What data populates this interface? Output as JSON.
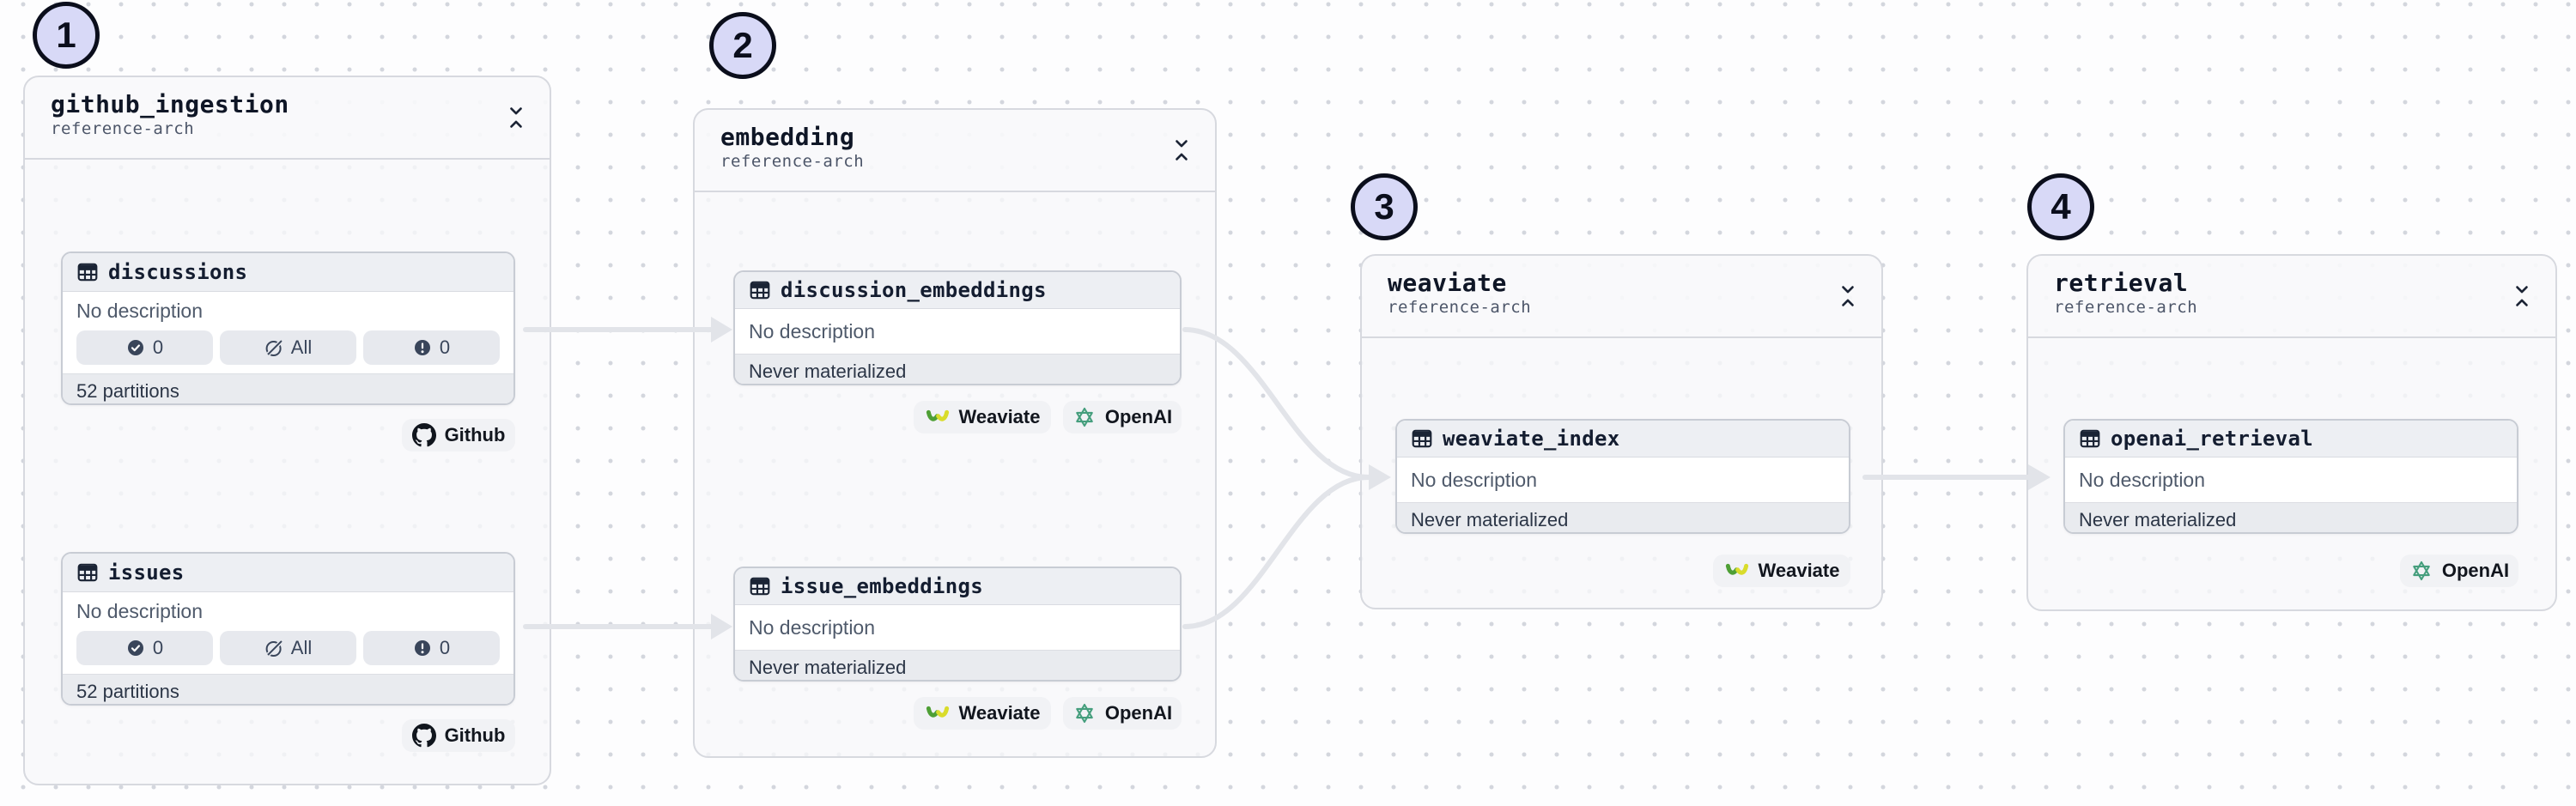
{
  "steps": {
    "one": "1",
    "two": "2",
    "three": "3",
    "four": "4"
  },
  "groups": {
    "github_ingestion": {
      "title": "github_ingestion",
      "subtitle": "reference-arch"
    },
    "embedding": {
      "title": "embedding",
      "subtitle": "reference-arch"
    },
    "weaviate": {
      "title": "weaviate",
      "subtitle": "reference-arch"
    },
    "retrieval": {
      "title": "retrieval",
      "subtitle": "reference-arch"
    }
  },
  "assets": {
    "discussions": {
      "title": "discussions",
      "description": "No description",
      "partition_counts": {
        "materialized": "0",
        "unpartitioned": "All",
        "failed": "0"
      },
      "footer": "52 partitions",
      "kind_tag": "Github"
    },
    "issues": {
      "title": "issues",
      "description": "No description",
      "partition_counts": {
        "materialized": "0",
        "unpartitioned": "All",
        "failed": "0"
      },
      "footer": "52 partitions",
      "kind_tag": "Github"
    },
    "discussion_embeddings": {
      "title": "discussion_embeddings",
      "description": "No description",
      "status": "Never materialized",
      "kind_tags": {
        "weaviate": "Weaviate",
        "openai": "OpenAI"
      }
    },
    "issue_embeddings": {
      "title": "issue_embeddings",
      "description": "No description",
      "status": "Never materialized",
      "kind_tags": {
        "weaviate": "Weaviate",
        "openai": "OpenAI"
      }
    },
    "weaviate_index": {
      "title": "weaviate_index",
      "description": "No description",
      "status": "Never materialized",
      "kind_tags": {
        "weaviate": "Weaviate"
      }
    },
    "openai_retrieval": {
      "title": "openai_retrieval",
      "description": "No description",
      "status": "Never materialized",
      "kind_tags": {
        "openai": "OpenAI"
      }
    }
  },
  "edges": [
    {
      "from": "discussions",
      "to": "discussion_embeddings"
    },
    {
      "from": "issues",
      "to": "issue_embeddings"
    },
    {
      "from": "discussion_embeddings",
      "to": "weaviate_index"
    },
    {
      "from": "issue_embeddings",
      "to": "weaviate_index"
    },
    {
      "from": "weaviate_index",
      "to": "openai_retrieval"
    }
  ],
  "colors": {
    "step_badge_fill": "#D8D9F7",
    "step_badge_border": "#0B0E1C",
    "edge": "#E2E4E9",
    "openai_green": "#459E7D",
    "weaviate_green": "#4E9F35",
    "weaviate_yellow": "#D9DC2B",
    "icon_slate": "#39455A"
  }
}
